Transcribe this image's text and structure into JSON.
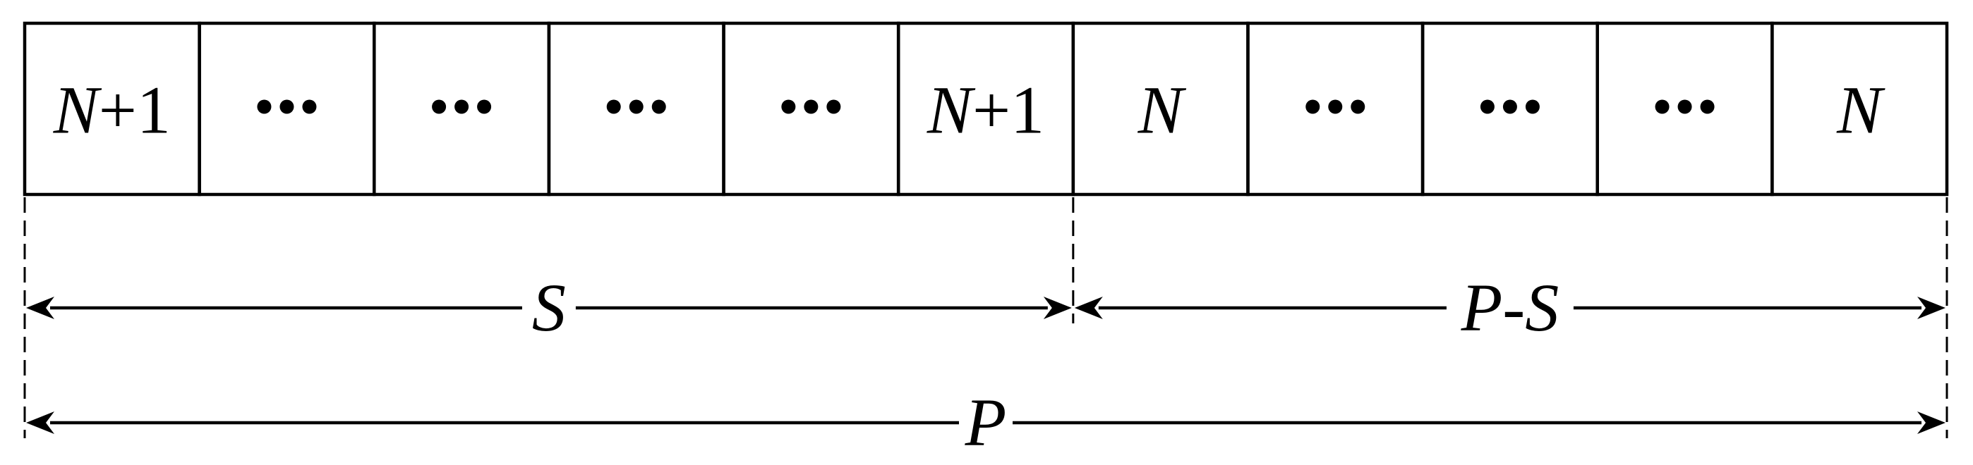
{
  "cells": [
    {
      "kind": "label",
      "var": "N",
      "suffix": "+1"
    },
    {
      "kind": "ellipsis",
      "icon": "ellipsis-icon"
    },
    {
      "kind": "ellipsis",
      "icon": "ellipsis-icon"
    },
    {
      "kind": "ellipsis",
      "icon": "ellipsis-icon"
    },
    {
      "kind": "ellipsis",
      "icon": "ellipsis-icon"
    },
    {
      "kind": "label",
      "var": "N",
      "suffix": "+1"
    },
    {
      "kind": "label",
      "var": "N",
      "suffix": ""
    },
    {
      "kind": "ellipsis",
      "icon": "ellipsis-icon"
    },
    {
      "kind": "ellipsis",
      "icon": "ellipsis-icon"
    },
    {
      "kind": "ellipsis",
      "icon": "ellipsis-icon"
    },
    {
      "kind": "label",
      "var": "N",
      "suffix": ""
    }
  ],
  "dimensions": {
    "s": {
      "label": "S",
      "from_boundary": 0,
      "to_boundary": 6
    },
    "p_minus_s": {
      "label": "P-S",
      "from_boundary": 6,
      "to_boundary": 11
    },
    "p": {
      "label": "P",
      "from_boundary": 0,
      "to_boundary": 11
    }
  },
  "colors": {
    "ink": "#000000",
    "background": "#ffffff"
  }
}
